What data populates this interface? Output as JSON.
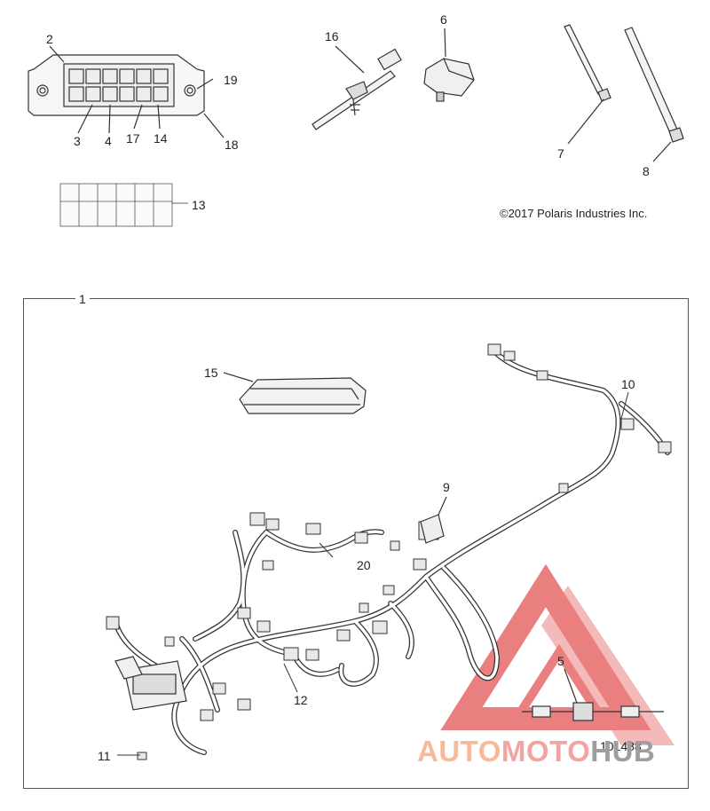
{
  "callouts": {
    "c1": "1",
    "c2": "2",
    "c3": "3",
    "c4": "4",
    "c5": "5",
    "c6": "6",
    "c7": "7",
    "c8": "8",
    "c9": "9",
    "c10": "10",
    "c11": "11",
    "c12": "12",
    "c13": "13",
    "c14": "14",
    "c15": "15",
    "c16": "16",
    "c17": "17",
    "c18": "18",
    "c19": "19",
    "c20": "20"
  },
  "copyright": "©2017 Polaris Industries Inc.",
  "part_number": "101488",
  "watermark": {
    "part1": "AUTO",
    "part2": "MOTO",
    "part3": "HUB"
  },
  "colors": {
    "line": "#333333",
    "watermark_red": "#e24a4a",
    "watermark_orange": "#f3a87e",
    "watermark_gray": "#9a9a9a"
  }
}
